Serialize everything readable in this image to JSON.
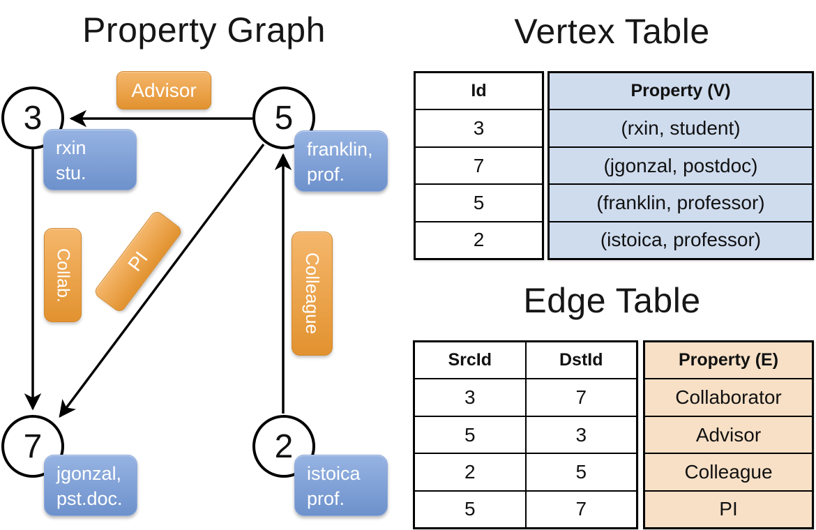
{
  "graph": {
    "title": "Property Graph",
    "nodes": [
      {
        "id": "3",
        "prop_line1": "rxin",
        "prop_line2": "stu."
      },
      {
        "id": "5",
        "prop_line1": "franklin,",
        "prop_line2": "prof."
      },
      {
        "id": "7",
        "prop_line1": "jgonzal,",
        "prop_line2": "pst.doc."
      },
      {
        "id": "2",
        "prop_line1": "istoica",
        "prop_line2": "prof."
      }
    ],
    "edge_labels": {
      "advisor": "Advisor",
      "collab": "Collab.",
      "pi": "PI",
      "colleague": "Colleague"
    }
  },
  "vertex_table": {
    "title": "Vertex Table",
    "columns": [
      "Id",
      "Property (V)"
    ],
    "rows": [
      [
        "3",
        "(rxin, student)"
      ],
      [
        "7",
        "(jgonzal, postdoc)"
      ],
      [
        "5",
        "(franklin, professor)"
      ],
      [
        "2",
        "(istoica, professor)"
      ]
    ]
  },
  "edge_table": {
    "title": "Edge Table",
    "columns": [
      "SrcId",
      "DstId",
      "Property (E)"
    ],
    "rows": [
      [
        "3",
        "7",
        "Collaborator"
      ],
      [
        "5",
        "3",
        "Advisor"
      ],
      [
        "2",
        "5",
        "Colleague"
      ],
      [
        "5",
        "7",
        "PI"
      ]
    ]
  },
  "colors": {
    "vertex_property_fill_top": "#96b3e2",
    "vertex_property_fill_bottom": "#6d91cc",
    "edge_label_fill_top": "#f5b76c",
    "edge_label_fill_bottom": "#e2922f",
    "vertex_table_cell": "#cfdcee",
    "edge_table_cell": "#f7e0c6",
    "line": "#000000"
  }
}
